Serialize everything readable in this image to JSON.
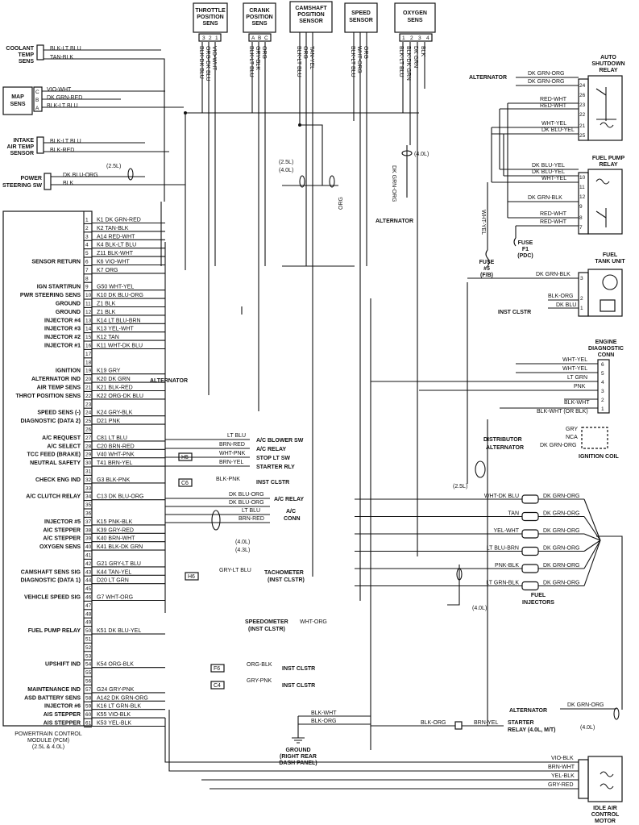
{
  "sensors_top": [
    {
      "label": [
        "THROTTLE",
        "POSITION",
        "SENS"
      ],
      "pins": [
        "3",
        "2",
        "1"
      ],
      "wires": [
        "BLK-DK BLU",
        "ORG-DK BLU",
        "VIO-WHT"
      ]
    },
    {
      "label": [
        "CRANK",
        "POSITION",
        "SENS"
      ],
      "pins": [
        "A",
        "B",
        "C"
      ],
      "wires": [
        "BLK-LT BLU",
        "GRY-BLK",
        "ORG"
      ]
    },
    {
      "label": [
        "CAMSHAFT",
        "POSITION",
        "SENSOR"
      ],
      "pins": [
        "",
        "",
        ""
      ],
      "wires": [
        "BLK-LT BLU",
        "ORG",
        "TAN-YEL"
      ]
    },
    {
      "label": [
        "SPEED",
        "SENSOR"
      ],
      "pins": [
        "",
        "",
        ""
      ],
      "wires": [
        "BLK-LT BLU",
        "WHT-ORG",
        "ORG"
      ]
    },
    {
      "label": [
        "OXYGEN",
        "SENS"
      ],
      "pins": [
        "1",
        "2",
        "3",
        "4"
      ],
      "wires": [
        "BLK-LT BLU",
        "BLK-DK GRN",
        "DK GRN",
        "BLK"
      ]
    }
  ],
  "sensors_left": [
    {
      "label": [
        "COOLANT",
        "TEMP",
        "SENS"
      ],
      "wires": [
        "BLK-LT BLU",
        "TAN-BLK"
      ]
    },
    {
      "label": [
        "MAP",
        "SENS"
      ],
      "pins": [
        "C",
        "B",
        "A"
      ],
      "wires": [
        "VIO-WHT",
        "DK GRN-RED",
        "BLK-LT BLU"
      ]
    },
    {
      "label": [
        "INTAKE",
        "AIR TEMP",
        "SENSOR"
      ],
      "wires": [
        "BLK-LT BLU",
        "BLK-RED"
      ]
    },
    {
      "label": [
        "POWER",
        "STEERING SW"
      ],
      "wires": [
        "DK BLU-ORG",
        "BLK"
      ]
    }
  ],
  "pcm": {
    "title": [
      "POWERTRAIN CONTROL",
      "MODULE (PCM)",
      "(2.5L & 4.0L)"
    ],
    "pins": [
      {
        "n": "1",
        "code": "K1 DK GRN-RED",
        "label": ""
      },
      {
        "n": "2",
        "code": "K2 TAN-BLK",
        "label": ""
      },
      {
        "n": "3",
        "code": "A14 RED-WHT",
        "label": ""
      },
      {
        "n": "4",
        "code": "K4 BLK-LT BLU",
        "label": ""
      },
      {
        "n": "5",
        "code": "Z11 BLK-WHT",
        "label": ""
      },
      {
        "n": "6",
        "code": "K6 VIO-WHT",
        "label": "SENSOR RETURN"
      },
      {
        "n": "7",
        "code": "K7 ORG",
        "label": ""
      },
      {
        "n": "8",
        "code": "",
        "label": ""
      },
      {
        "n": "9",
        "code": "G50 WHT-YEL",
        "label": "IGN START/RUN"
      },
      {
        "n": "10",
        "code": "K10 DK BLU-ORG",
        "label": "PWR STEERING SENS"
      },
      {
        "n": "11",
        "code": "Z1 BLK",
        "label": "GROUND"
      },
      {
        "n": "12",
        "code": "Z1 BLK",
        "label": "GROUND"
      },
      {
        "n": "13",
        "code": "K14 LT BLU-BRN",
        "label": "INJECTOR #4"
      },
      {
        "n": "14",
        "code": "K13 YEL-WHT",
        "label": "INJECTOR #3"
      },
      {
        "n": "15",
        "code": "K12 TAN",
        "label": "INJECTOR #2"
      },
      {
        "n": "16",
        "code": "K11 WHT-DK BLU",
        "label": "INJECTOR #1"
      },
      {
        "n": "17",
        "code": "",
        "label": ""
      },
      {
        "n": "18",
        "code": "",
        "label": ""
      },
      {
        "n": "19",
        "code": "K19 GRY",
        "label": "IGNITION"
      },
      {
        "n": "20",
        "code": "K20 DK GRN",
        "label": "ALTERNATOR IND"
      },
      {
        "n": "21",
        "code": "K21 BLK-RED",
        "label": "AIR TEMP SENS"
      },
      {
        "n": "22",
        "code": "K22 ORG-DK BLU",
        "label": "THROT POSITION SENS"
      },
      {
        "n": "23",
        "code": "",
        "label": ""
      },
      {
        "n": "24",
        "code": "K24 GRY-BLK",
        "label": "SPEED SENS (-)"
      },
      {
        "n": "25",
        "code": "D21 PNK",
        "label": "DIAGNOSTIC (DATA 2)"
      },
      {
        "n": "26",
        "code": "",
        "label": ""
      },
      {
        "n": "27",
        "code": "C81 LT BLU",
        "label": "A/C REQUEST"
      },
      {
        "n": "28",
        "code": "C20 BRN-RED",
        "label": "A/C SELECT"
      },
      {
        "n": "29",
        "code": "V40 WHT-PNK",
        "label": "TCC FEED (BRAKE)"
      },
      {
        "n": "30",
        "code": "T41 BRN-YEL",
        "label": "NEUTRAL SAFETY"
      },
      {
        "n": "31",
        "code": "",
        "label": ""
      },
      {
        "n": "32",
        "code": "G3 BLK-PNK",
        "label": "CHECK ENG IND"
      },
      {
        "n": "33",
        "code": "",
        "label": ""
      },
      {
        "n": "34",
        "code": "C13 DK BLU-ORG",
        "label": "A/C CLUTCH RELAY"
      },
      {
        "n": "35",
        "code": "",
        "label": ""
      },
      {
        "n": "36",
        "code": "",
        "label": ""
      },
      {
        "n": "37",
        "code": "K15 PNK-BLK",
        "label": "INJECTOR #5"
      },
      {
        "n": "38",
        "code": "K39 GRY-RED",
        "label": "AIC STEPPER"
      },
      {
        "n": "39",
        "code": "K40 BRN-WHT",
        "label": "A/C STEPPER"
      },
      {
        "n": "40",
        "code": "K41 BLK-DK GRN",
        "label": "OXYGEN SENS"
      },
      {
        "n": "41",
        "code": "",
        "label": ""
      },
      {
        "n": "42",
        "code": "G21 GRY-LT BLU",
        "label": ""
      },
      {
        "n": "43",
        "code": "K44 TAN-YEL",
        "label": "CAMSHAFT SENS SIG"
      },
      {
        "n": "44",
        "code": "D20 LT GRN",
        "label": "DIAGNOSTIC (DATA 1)"
      },
      {
        "n": "45",
        "code": "",
        "label": ""
      },
      {
        "n": "46",
        "code": "G7 WHT-ORG",
        "label": "VEHICLE SPEED SIG"
      },
      {
        "n": "47",
        "code": "",
        "label": ""
      },
      {
        "n": "48",
        "code": "",
        "label": ""
      },
      {
        "n": "49",
        "code": "",
        "label": ""
      },
      {
        "n": "50",
        "code": "K51 DK BLU-YEL",
        "label": "FUEL PUMP RELAY"
      },
      {
        "n": "51",
        "code": "",
        "label": ""
      },
      {
        "n": "52",
        "code": "",
        "label": ""
      },
      {
        "n": "53",
        "code": "",
        "label": ""
      },
      {
        "n": "54",
        "code": "K54 ORG-BLK",
        "label": "UPSHIFT IND"
      },
      {
        "n": "55",
        "code": "",
        "label": ""
      },
      {
        "n": "56",
        "code": "",
        "label": ""
      },
      {
        "n": "57",
        "code": "G24 GRY-PNK",
        "label": "MAINTENANCE IND"
      },
      {
        "n": "58",
        "code": "A142 DK GRN-ORG",
        "label": "ASD BATTERY SENS"
      },
      {
        "n": "59",
        "code": "K16 LT GRN-BLK",
        "label": "INJECTOR #6"
      },
      {
        "n": "60",
        "code": "K55 VIO-BLK",
        "label": "AIS STEPPER"
      },
      {
        "n": "61",
        "code": "K53 YEL-BLK",
        "label": "AIS STEPPER"
      }
    ]
  },
  "pcm_outputs": {
    "ac_blower_sw": "A/C BLOWER SW",
    "ac_relay": "A/C RELAY",
    "stop_lt_sw": "STOP LT SW",
    "starter_rly": "STARTER RLY",
    "inst_clstr": "INST CLSTR",
    "ac_relay2": "A/C RELAY",
    "ac_conn": [
      "A/C",
      "CONN"
    ],
    "tachometer": [
      "TACHOMETER",
      "(INST CLSTR)"
    ],
    "speedometer": [
      "SPEEDOMETER",
      "(INST CLSTR)"
    ],
    "alternator": "ALTERNATOR",
    "wires": {
      "lt_blu": "LT BLU",
      "brn_red": "BRN-RED",
      "wht_pnk": "WHT-PNK",
      "brn_yel": "BRN-YEL",
      "blk_pnk": "BLK-PNK",
      "dk_blu_org": "DK BLU-ORG",
      "dk_blu_org2": "DK BLU-ORG",
      "lt_blu2": "LT BLU",
      "brn_red2": "BRN-RED",
      "gry_lt_blu": "GRY-LT BLU",
      "wht_org": "WHT-ORG",
      "org_blk": "ORG-BLK",
      "gry_pnk": "GRY-PNK"
    },
    "splices": [
      "H5",
      "C6",
      "H6",
      "F6",
      "C4"
    ],
    "eng_tags": [
      "(2.5L)",
      "(4.0L)",
      "(2.5L)",
      "(4.0L)",
      "(4.3L)",
      "(2.5L)",
      "(4.0L)",
      "(4.0L)"
    ]
  },
  "asd_relay": {
    "label": [
      "AUTO",
      "SHUTDOWN",
      "RELAY"
    ],
    "alternator": "ALTERNATOR",
    "wires": [
      "DK GRN-ORG",
      "DK GRN-ORG",
      "RED-WHT",
      "RED-WHT",
      "WHT-YEL",
      "DK BLU-YEL"
    ],
    "pins": [
      "24",
      "26",
      "23",
      "22",
      "21",
      "25"
    ]
  },
  "fuel_pump_relay": {
    "label": [
      "FUEL PUMP",
      "RELAY"
    ],
    "wires": [
      "DK BLU-YEL",
      "DK BLU-YEL",
      "WHT-YEL",
      "DK GRN-BLK",
      "RED-WHT",
      "RED-WHT"
    ],
    "pins": [
      "10",
      "11",
      "12",
      "9",
      "8",
      "7"
    ]
  },
  "fuses": {
    "fuse5": [
      "FUSE",
      "#5",
      "(F/B)"
    ],
    "fuse_f1": [
      "FUSE",
      "F1",
      "(PDC)"
    ],
    "wht_yel": "WHT-YEL",
    "dk_grn_org": "DK GRN-ORG",
    "alternator": "ALTERNATOR",
    "org": "ORG"
  },
  "fuel_tank": {
    "label": [
      "FUEL",
      "TANK UNIT"
    ],
    "wires": [
      "DK GRN-BLK",
      "BLK-ORG",
      "DK BLU"
    ],
    "inst": "INST CLSTR",
    "pins": [
      "3",
      "2",
      "1"
    ]
  },
  "diag_conn": {
    "label": [
      "ENGINE",
      "DIAGNOSTIC",
      "CONN"
    ],
    "wires": [
      "WHT-YEL",
      "WHT-YEL",
      "LT GRN",
      "PNK",
      "BLK-WHT",
      "BLK-WHT (OR BLK)"
    ],
    "pins": [
      "6",
      "5",
      "4",
      "3",
      "2",
      "1"
    ]
  },
  "ign_coil": {
    "label": "IGNITION COIL",
    "wires": [
      "GRY",
      "NCA",
      "DK GRN-ORG"
    ],
    "distributor": "DISTRIBUTOR",
    "alternator": "ALTERNATOR"
  },
  "injectors": {
    "label": [
      "FUEL",
      "INJECTORS"
    ],
    "items": [
      {
        "n": "#1",
        "wire": "WHT-DK BLU",
        "feed": "DK GRN-ORG"
      },
      {
        "n": "#2",
        "wire": "TAN",
        "feed": "DK GRN-ORG"
      },
      {
        "n": "#3",
        "wire": "YEL-WHT",
        "feed": "DK GRN-ORG"
      },
      {
        "n": "#4",
        "wire": "LT BLU-BRN",
        "feed": "DK GRN-ORG"
      },
      {
        "n": "#5",
        "wire": "PNK-BLK",
        "feed": "DK GRN-ORG"
      },
      {
        "n": "#6",
        "wire": "LT GRN-BLK",
        "feed": "DK GRN-ORG"
      }
    ]
  },
  "starter": {
    "alternator": "ALTERNATOR",
    "dk_grn_org": "DK GRN-ORG",
    "blk_org": "BLK-ORG",
    "brn_yel": "BRN-YEL",
    "label": [
      "STARTER",
      "RELAY (4.0L, M/T)"
    ]
  },
  "ground": {
    "label": [
      "GROUND",
      "(RIGHT REAR",
      "DASH PANEL)"
    ],
    "wires": [
      "BLK-WHT",
      "BLK-ORG"
    ]
  },
  "iac": {
    "label": [
      "IDLE AIR",
      "CONTROL",
      "MOTOR"
    ],
    "wires": [
      "VIO-BLK",
      "BRN-WHT",
      "YEL-BLK",
      "GRY-RED"
    ]
  }
}
